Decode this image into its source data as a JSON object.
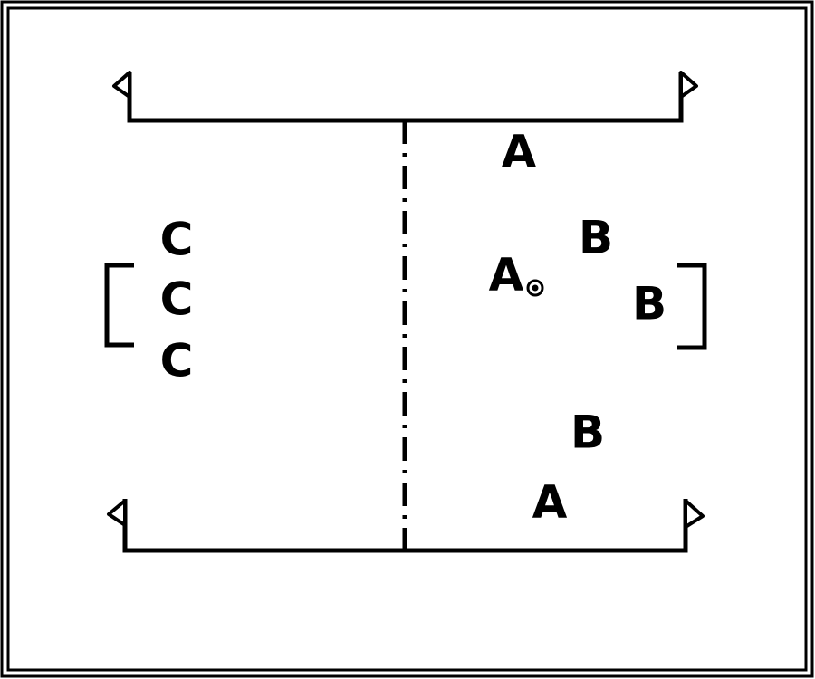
{
  "colors": {
    "line": "#000000",
    "background": "#ffffff"
  },
  "players": {
    "a_top": "A",
    "a_mid": "A",
    "a_bottom": "A",
    "b_top": "B",
    "b_right": "B",
    "b_bottom": "B",
    "c_top": "C",
    "c_mid": "C",
    "c_bottom": "C"
  },
  "markers": {
    "ball": "ball-icon"
  }
}
